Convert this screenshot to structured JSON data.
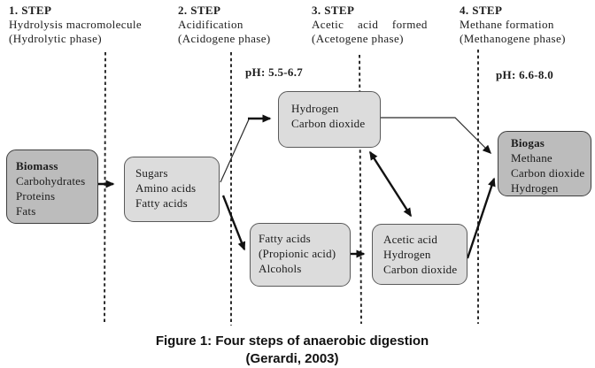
{
  "figure": {
    "steps": [
      {
        "title": "1. STEP",
        "name": "Hydrolysis macromolecule",
        "phase": "(Hydrolytic phase)"
      },
      {
        "title": "2. STEP",
        "name": "Acidification",
        "phase": "(Acidogene phase)"
      },
      {
        "title": "3. STEP",
        "name": "Acetic acid formed",
        "phase": "(Acetogene phase)"
      },
      {
        "title": "4. STEP",
        "name": "Methane formation",
        "phase": "(Methanogene phase)"
      }
    ],
    "ph": {
      "acidogenic": "pH: 5.5-6.7",
      "methanogenic": "pH: 6.6-8.0"
    },
    "boxes": {
      "biomass": {
        "title": "Biomass",
        "lines": [
          "Carbohydrates",
          "Proteins",
          "Fats"
        ]
      },
      "sugars": {
        "lines": [
          "Sugars",
          "Amino acids",
          "Fatty acids"
        ]
      },
      "hydrogen": {
        "lines": [
          "Hydrogen",
          "Carbon dioxide"
        ]
      },
      "fatty_acids": {
        "lines": [
          "Fatty acids",
          "(Propionic acid)",
          "Alcohols"
        ]
      },
      "acetic_acid": {
        "lines": [
          "Acetic acid",
          "Hydrogen",
          "Carbon dioxide"
        ]
      },
      "biogas": {
        "title": "Biogas",
        "lines": [
          "Methane",
          "Carbon dioxide",
          "Hydrogen"
        ]
      }
    },
    "colors": {
      "box_dark": "#bcbcbc",
      "box_light": "#dcdcdc",
      "box_border": "#3f3f3f",
      "arrow": "#111111",
      "text": "#1c1c1c"
    },
    "caption": {
      "line1": "Figure 1: Four steps of anaerobic digestion",
      "line2": "(Gerardi, 2003)"
    }
  }
}
